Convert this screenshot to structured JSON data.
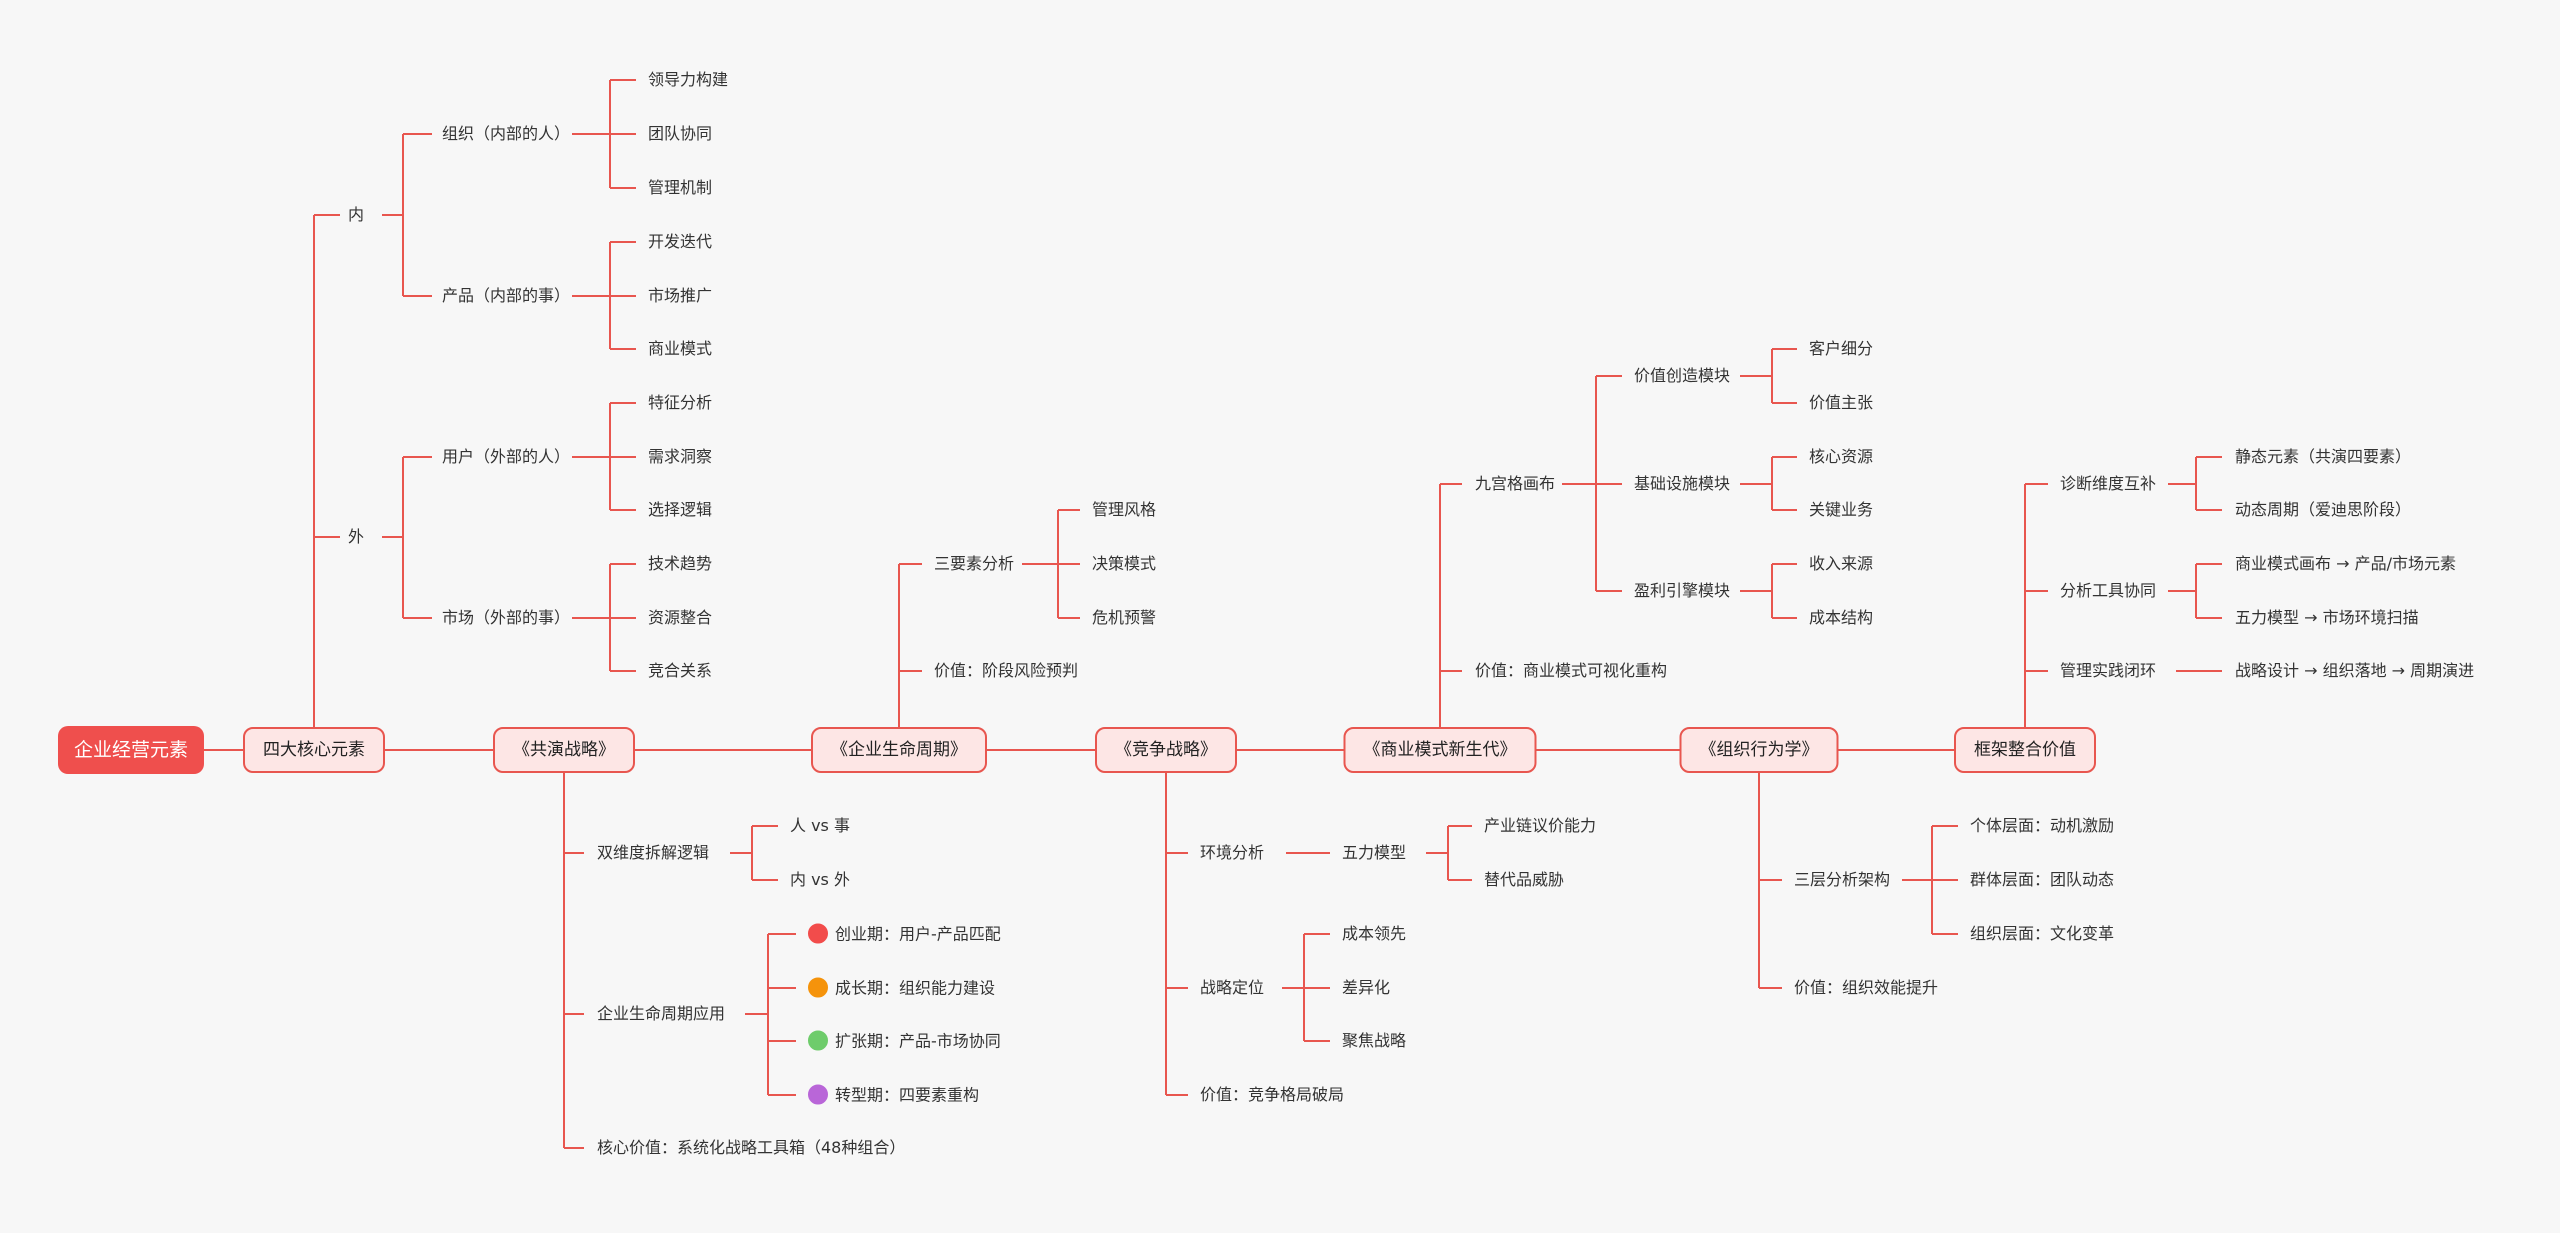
{
  "colors": {
    "line": "#e8564f",
    "root_fill": "#ef4f4d",
    "box_fill": "#fde6e5",
    "dot_red": "#f24c4b",
    "dot_orange": "#f5930b",
    "dot_green": "#6ecc6b",
    "dot_purple": "#b966d8"
  },
  "root": "企业经营元素",
  "sec1": {
    "label": "四大核心元素",
    "inner": {
      "label": "内",
      "org": {
        "label": "组织（内部的人）",
        "items": [
          "领导力构建",
          "团队协同",
          "管理机制"
        ]
      },
      "product": {
        "label": "产品（内部的事）",
        "items": [
          "开发迭代",
          "市场推广",
          "商业模式"
        ]
      }
    },
    "outer": {
      "label": "外",
      "user": {
        "label": "用户（外部的人）",
        "items": [
          "特征分析",
          "需求洞察",
          "选择逻辑"
        ]
      },
      "market": {
        "label": "市场（外部的事）",
        "items": [
          "技术趋势",
          "资源整合",
          "竞合关系"
        ]
      }
    }
  },
  "sec2": {
    "label": "《共演战略》",
    "dual": {
      "label": "双维度拆解逻辑",
      "items": [
        "人 vs 事",
        "内 vs 外"
      ]
    },
    "lifecycle": {
      "label": "企业生命周期应用",
      "items": [
        "创业期：用户-产品匹配",
        "成长期：组织能力建设",
        "扩张期：产品-市场协同",
        "转型期：四要素重构"
      ],
      "dot_colors": [
        "dot_red",
        "dot_orange",
        "dot_green",
        "dot_purple"
      ]
    },
    "core_value": "核心价值：系统化战略工具箱（48种组合）"
  },
  "sec3": {
    "label": "《企业生命周期》",
    "three": {
      "label": "三要素分析",
      "items": [
        "管理风格",
        "决策模式",
        "危机预警"
      ]
    },
    "value": "价值：阶段风险预判"
  },
  "sec4": {
    "label": "《竞争战略》",
    "env": {
      "label": "环境分析",
      "five": {
        "label": "五力模型",
        "items": [
          "产业链议价能力",
          "替代品威胁"
        ]
      }
    },
    "position": {
      "label": "战略定位",
      "items": [
        "成本领先",
        "差异化",
        "聚焦战略"
      ]
    },
    "value": "价值：竞争格局破局"
  },
  "sec5": {
    "label": "《商业模式新生代》",
    "canvas": {
      "label": "九宫格画布",
      "value_create": {
        "label": "价值创造模块",
        "items": [
          "客户细分",
          "价值主张"
        ]
      },
      "infra": {
        "label": "基础设施模块",
        "items": [
          "核心资源",
          "关键业务"
        ]
      },
      "profit": {
        "label": "盈利引擎模块",
        "items": [
          "收入来源",
          "成本结构"
        ]
      }
    },
    "value": "价值：商业模式可视化重构"
  },
  "sec6": {
    "label": "《组织行为学》",
    "three_layer": {
      "label": "三层分析架构",
      "items": [
        "个体层面：动机激励",
        "群体层面：团队动态",
        "组织层面：文化变革"
      ]
    },
    "value": "价值：组织效能提升"
  },
  "sec7": {
    "label": "框架整合价值",
    "diag": {
      "label": "诊断维度互补",
      "items": [
        "静态元素（共演四要素）",
        "动态周期（爱迪思阶段）"
      ]
    },
    "tools": {
      "label": "分析工具协同",
      "items": [
        "商业模式画布 → 产品/市场元素",
        "五力模型 → 市场环境扫描"
      ]
    },
    "practice": {
      "label": "管理实践闭环",
      "items": [
        "战略设计 → 组织落地 → 周期演进"
      ]
    }
  }
}
